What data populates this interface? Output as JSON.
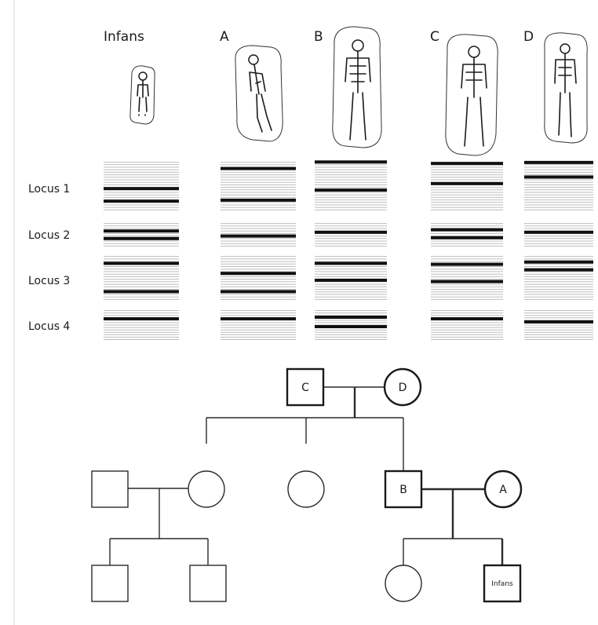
{
  "individuals": [
    {
      "id": "infans",
      "label": "Infans"
    },
    {
      "id": "a",
      "label": "A"
    },
    {
      "id": "b",
      "label": "B"
    },
    {
      "id": "c",
      "label": "C"
    },
    {
      "id": "d",
      "label": "D"
    }
  ],
  "loci": [
    {
      "label": "Locus 1",
      "bands": [
        [
          0.55,
          0.8
        ],
        [
          0.15,
          0.78
        ],
        [
          0.02,
          0.58
        ],
        [
          0.05,
          0.45
        ],
        [
          0.03,
          0.32
        ]
      ]
    },
    {
      "label": "Locus 2",
      "bands": [
        [
          0.35,
          0.65
        ],
        [
          0.55
        ],
        [
          0.4
        ],
        [
          0.3,
          0.62
        ],
        [
          0.4
        ]
      ]
    },
    {
      "label": "Locus 3",
      "bands": [
        [
          0.18,
          0.8
        ],
        [
          0.4,
          0.8
        ],
        [
          0.18,
          0.55
        ],
        [
          0.2,
          0.58
        ],
        [
          0.15,
          0.32
        ]
      ]
    },
    {
      "label": "Locus 4",
      "bands": [
        [
          0.3
        ],
        [
          0.3
        ],
        [
          0.25,
          0.55
        ],
        [
          0.3
        ],
        [
          0.4
        ]
      ]
    }
  ],
  "pedigree": {
    "c_label": "C",
    "d_label": "D",
    "b_label": "B",
    "a_label": "A",
    "infans_label": "Infans"
  }
}
